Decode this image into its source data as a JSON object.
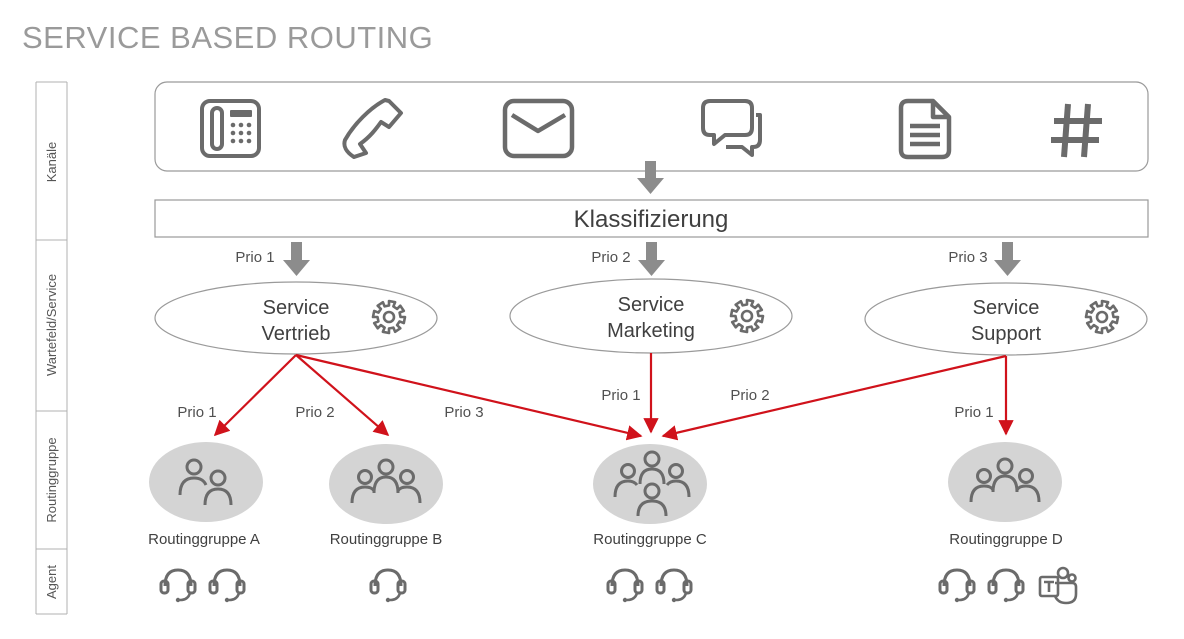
{
  "title": "SERVICE BASED ROUTING",
  "lanes": {
    "kanaele": "Kanäle",
    "wartefeld": "Wartefeld/Service",
    "routinggruppe": "Routinggruppe",
    "agent": "Agent"
  },
  "channels": [
    {
      "icon": "desk-phone-icon"
    },
    {
      "icon": "phone-handset-icon"
    },
    {
      "icon": "email-icon"
    },
    {
      "icon": "chat-icon"
    },
    {
      "icon": "document-icon"
    },
    {
      "icon": "hashtag-icon"
    }
  ],
  "classification": "Klassifizierung",
  "services": [
    {
      "line1": "Service",
      "line2": "Vertrieb",
      "prio": "Prio 1"
    },
    {
      "line1": "Service",
      "line2": "Marketing",
      "prio": "Prio 2"
    },
    {
      "line1": "Service",
      "line2": "Support",
      "prio": "Prio 3"
    }
  ],
  "routing_labels": {
    "vertrieb_a": "Prio 1",
    "vertrieb_b": "Prio 2",
    "vertrieb_c": "Prio 3",
    "marketing_c": "Prio 1",
    "support_c": "Prio 2",
    "support_d": "Prio 1"
  },
  "groups": [
    {
      "label": "Routinggruppe A",
      "agents": [
        "headset-icon",
        "headset-icon"
      ]
    },
    {
      "label": "Routinggruppe B",
      "agents": [
        "headset-icon"
      ]
    },
    {
      "label": "Routinggruppe C",
      "agents": [
        "headset-icon",
        "headset-icon"
      ]
    },
    {
      "label": "Routinggruppe D",
      "agents": [
        "headset-icon",
        "headset-icon",
        "teams-icon"
      ]
    }
  ],
  "colors": {
    "arrow_red": "#d0121b",
    "arrow_gray": "#8c8c8c",
    "icon_gray": "#6b6b6b",
    "group_fill": "#d4d4d4"
  }
}
